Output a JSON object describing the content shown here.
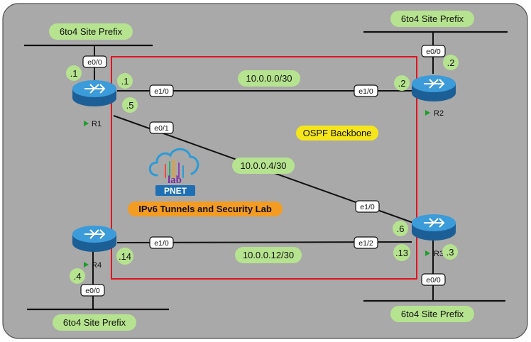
{
  "colors": {
    "background": "#a9a9a9",
    "ospf_area_border": "#e0141e",
    "label_pill": "#b6e38f",
    "ospf_label": "#f5e61c",
    "lab_title": "#f39c24",
    "router_blue": "#2a86c5",
    "router_status": "#1d9e2b"
  },
  "site_prefixes": [
    {
      "id": "r1",
      "label": "6to4 Site Prefix"
    },
    {
      "id": "r2",
      "label": "6to4 Site Prefix"
    },
    {
      "id": "r4",
      "label": "6to4 Site Prefix"
    },
    {
      "id": "r3",
      "label": "6to4 Site Prefix"
    }
  ],
  "routers": [
    {
      "id": "R1",
      "label": "R1",
      "icon": "router-icon"
    },
    {
      "id": "R2",
      "label": "R2",
      "icon": "router-icon"
    },
    {
      "id": "R3",
      "label": "R3",
      "icon": "router-icon"
    },
    {
      "id": "R4",
      "label": "R4",
      "icon": "router-icon"
    }
  ],
  "interfaces": {
    "r1_e00": "e0/0",
    "r2_e00": "e0/0",
    "r4_e00": "e0/0",
    "r3_e00": "e0/0",
    "r1_e10": "e1/0",
    "r2_e10": "e1/0",
    "r1_e01": "e0/1",
    "r3_e10": "e1/0",
    "r4_e10": "e1/0",
    "r3_e12": "e1/2"
  },
  "host_ids": {
    "r1_lan": ".1",
    "r1_link1": ".1",
    "r1_link2": ".5",
    "r2_lan": ".2",
    "r2_link1": ".2",
    "r3_link2": ".6",
    "r3_link3": ".13",
    "r3_lan": ".3",
    "r4_link3": ".14",
    "r4_lan": ".4"
  },
  "subnets": {
    "r1_r2": "10.0.0.0/30",
    "r1_r3": "10.0.0.4/30",
    "r4_r3": "10.0.0.12/30"
  },
  "ospf_label": "OSPF Backbone",
  "lab_title": "IPv6 Tunnels and Security Lab",
  "logo": {
    "text_top": "lab",
    "text_bottom": "PNET"
  }
}
